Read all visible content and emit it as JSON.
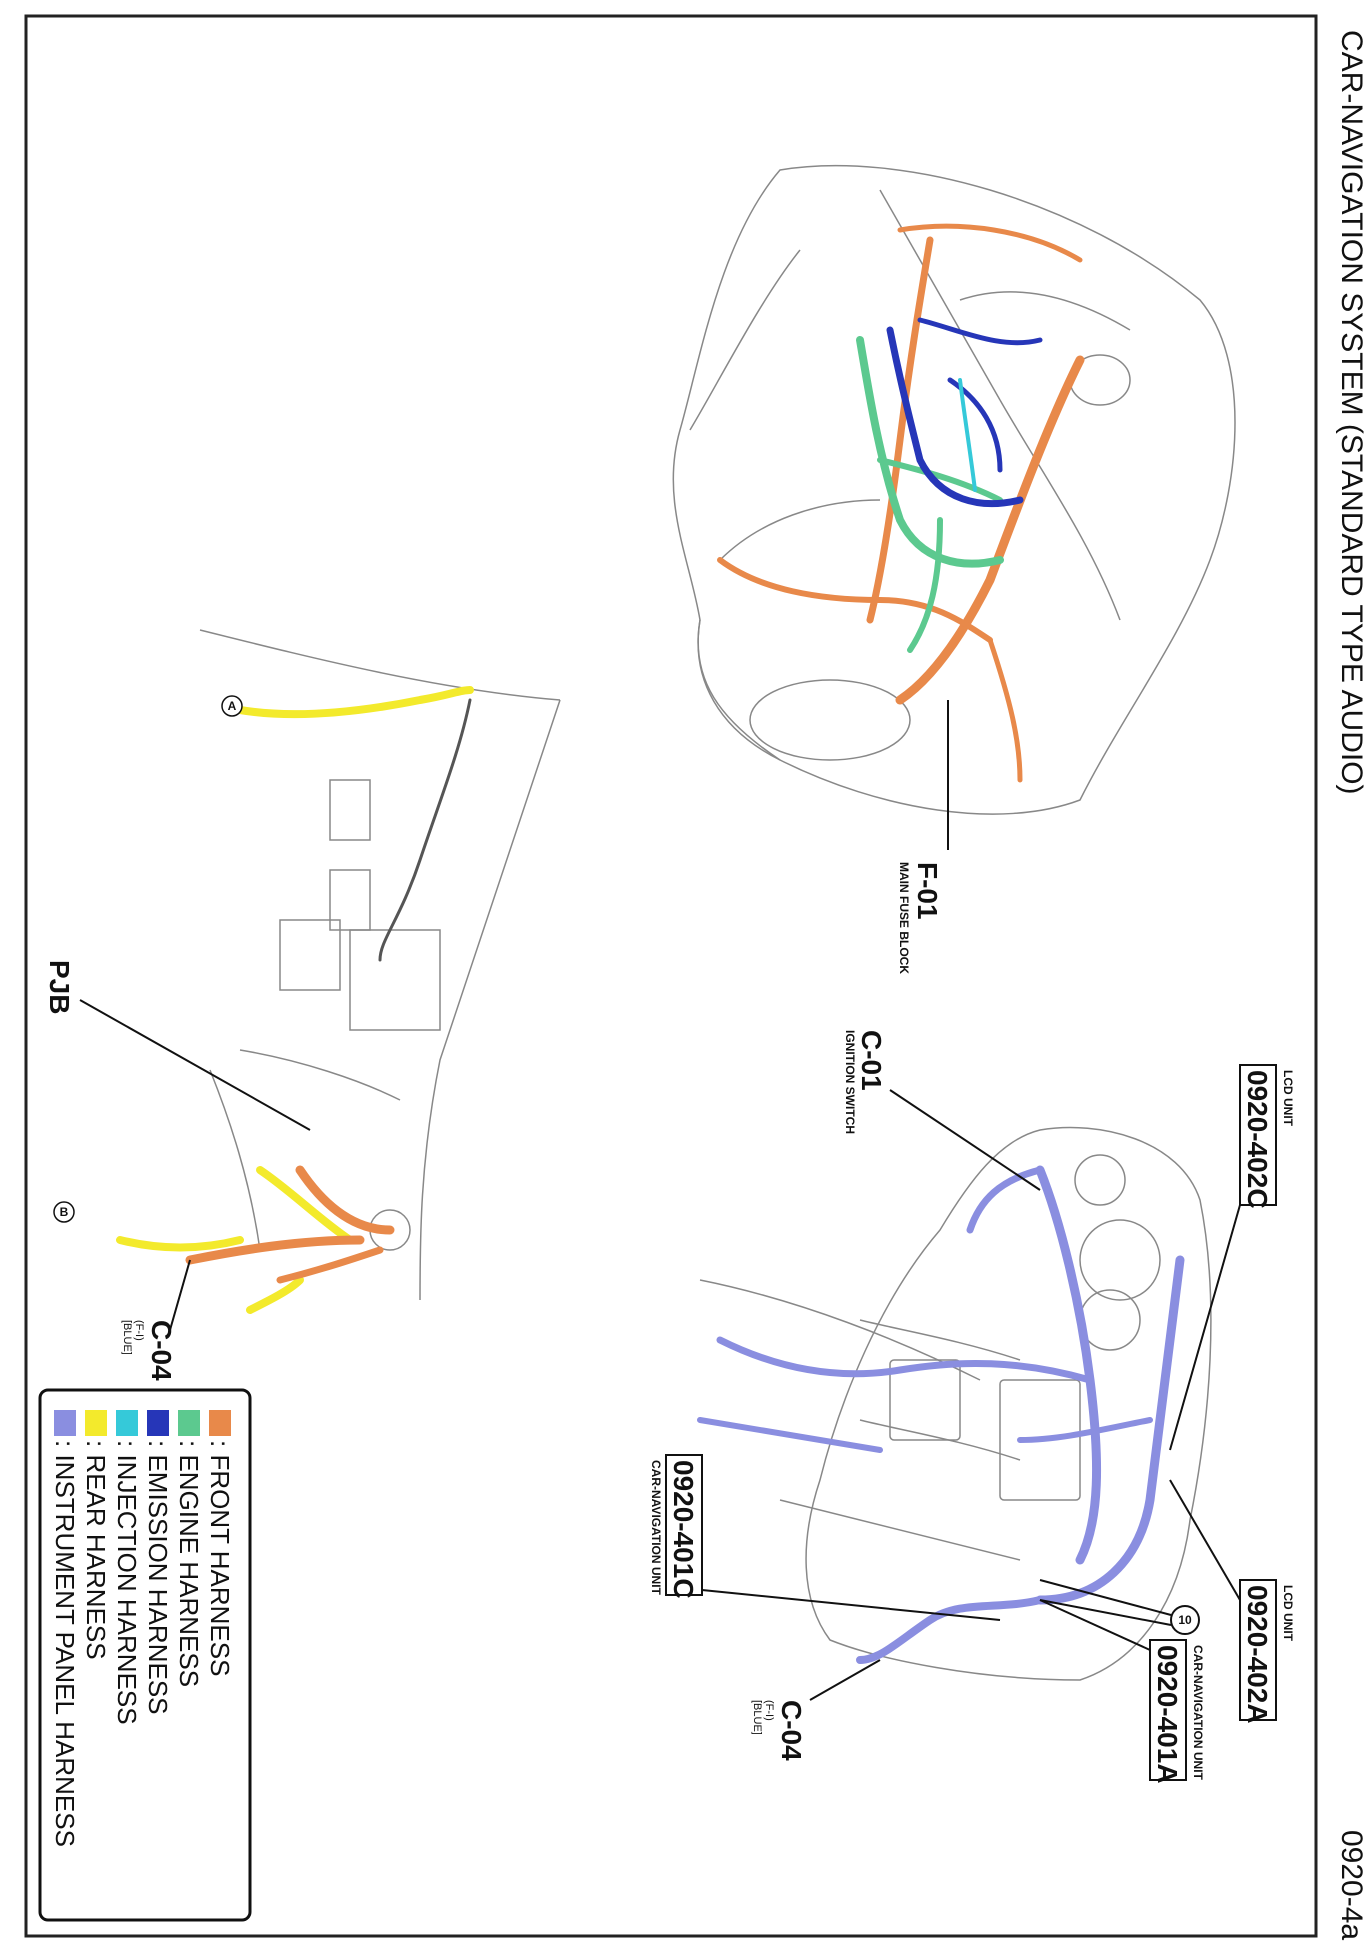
{
  "title": "CAR-NAVIGATION SYSTEM (STANDARD TYPE AUDIO)",
  "page_code": "0920-4a",
  "colors": {
    "front": "#e8894a",
    "engine": "#5cc98f",
    "emission": "#2636b8",
    "injection": "#35c9d9",
    "rear": "#f3ea2c",
    "instrument": "#8a8ee0",
    "line": "#777777"
  },
  "legend": [
    {
      "label": ": FRONT HARNESS",
      "color": "#e8894a"
    },
    {
      "label": ": ENGINE HARNESS",
      "color": "#5cc98f"
    },
    {
      "label": ": EMISSION HARNESS",
      "color": "#2636b8"
    },
    {
      "label": ": INJECTION HARNESS",
      "color": "#35c9d9"
    },
    {
      "label": ": REAR HARNESS",
      "color": "#f3ea2c"
    },
    {
      "label": ": INSTRUMENT PANEL HARNESS",
      "color": "#8a8ee0"
    }
  ],
  "callouts": {
    "f01_code": "F-01",
    "f01_name": "MAIN FUSE BLOCK",
    "c01_code": "C-01",
    "c01_name": "IGNITION SWITCH",
    "lcd402c_code": "0920-402C",
    "lcd402c_name": "LCD UNIT",
    "lcd402a_code": "0920-402A",
    "lcd402a_name": "LCD UNIT",
    "nav401a_code": "0920-401A",
    "nav401a_name": "CAR-NAVIGATION UNIT",
    "nav401c_code": "0920-401C",
    "nav401c_name": "CAR-NAVIGATION UNIT",
    "marker_10": "10",
    "c04_right_code": "C-04",
    "c04_right_sub1": "(F-I)",
    "c04_right_sub2": "[BLUE]",
    "pjb": "PJB",
    "c04_left_code": "C-04",
    "c04_left_sub1": "(F-I)",
    "c04_left_sub2": "[BLUE]",
    "marker_a": "A",
    "marker_b": "B"
  }
}
